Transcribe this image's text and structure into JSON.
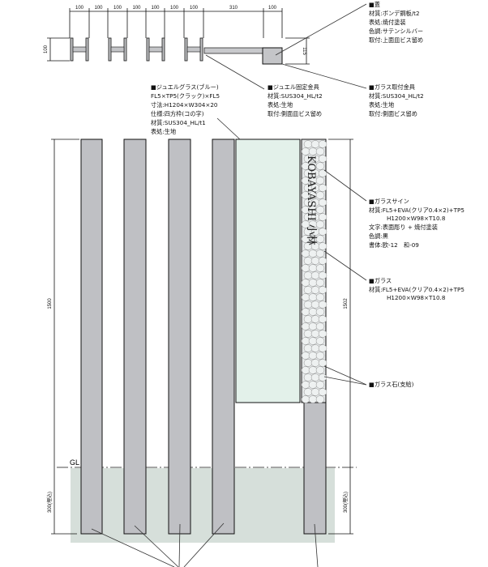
{
  "plan_dims": {
    "top": [
      "100",
      "100",
      "100",
      "100",
      "100",
      "100",
      "100",
      "310",
      "100"
    ],
    "left": "100",
    "right": "115"
  },
  "elev_dims": {
    "left_height": "1500",
    "right_height": "1502",
    "left_embed": "300(埋込)",
    "right_embed": "300(埋込)",
    "ground_label": "GL"
  },
  "notes": {
    "lid": [
      "■蓋",
      "材質:ボンデ鋼板/t2",
      "表処:焼付塗装",
      "色調:サテンシルバー",
      "取付:上面皿ビス留め"
    ],
    "jewel_glass": [
      "■ジュエルグラス(ブルー)",
      "FL5×TP5(クラック)×FL5",
      "寸法:H1204×W304×20",
      "仕様:四方枠(コの字)",
      "材質:SUS304_HL/t1",
      "表処:生地"
    ],
    "jewel_fixture": [
      "■ジュエル固定金具",
      "材質:SUS304_HL/t2",
      "表処:生地",
      "取付:側面皿ビス留め"
    ],
    "glass_fixture": [
      "■ガラス取付金具",
      "材質:SUS304_HL/t2",
      "表処:生地",
      "取付:側面ビス留め"
    ],
    "glass_sign": [
      "■ガラスサイン",
      "材質:FL5+EVA(クリア0.4×2)+TP5",
      "H1200×W98×T10.8",
      "文字:表面彫り + 焼付塗装",
      "色調:黒",
      "書体:欧-12　和-09"
    ],
    "glass": [
      "■ガラス",
      "材質:FL5+EVA(クリア0.4×2)+TP5",
      "H1200×W98×T10.8"
    ],
    "glass_stone": [
      "■ガラス石(支給)"
    ]
  },
  "sign_text": "KOBAYASHI 小林",
  "colors": {
    "post": "#bfc0c4",
    "panel": "#e3f1ea",
    "ground": "#d6dfda"
  }
}
